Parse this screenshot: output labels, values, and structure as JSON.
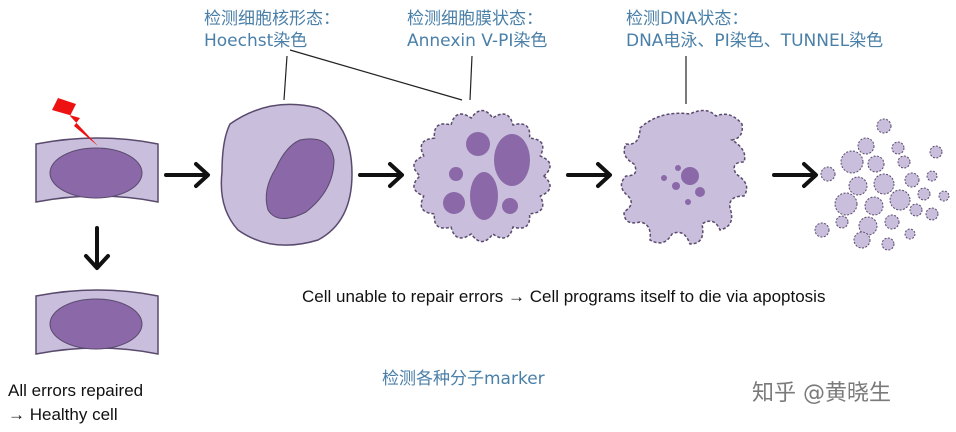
{
  "labels": {
    "nucleus_morphology": {
      "title": "检测细胞核形态：",
      "method": "Hoechst染色"
    },
    "membrane_state": {
      "title": "检测细胞膜状态：",
      "method": "Annexin V-PI染色"
    },
    "dna_state": {
      "title": "检测DNA状态：",
      "method": "DNA电泳、PI染色、TUNNEL染色"
    }
  },
  "pathway_caption": "Cell unable to repair errors → Cell programs itself to die via apoptosis",
  "healthy_caption": {
    "line1": "All errors repaired",
    "line2": "→ Healthy cell"
  },
  "marker_caption": "检测各种分子marker",
  "watermark": "知乎 @黄晓生",
  "colors": {
    "annotation_text": "#4a7fa8",
    "cell_fill": "#c9bfdc",
    "nucleus_fill": "#8b68a8",
    "outline": "#5a4a6e",
    "damage_bolt": "#ee1111",
    "arrow": "#111111"
  }
}
